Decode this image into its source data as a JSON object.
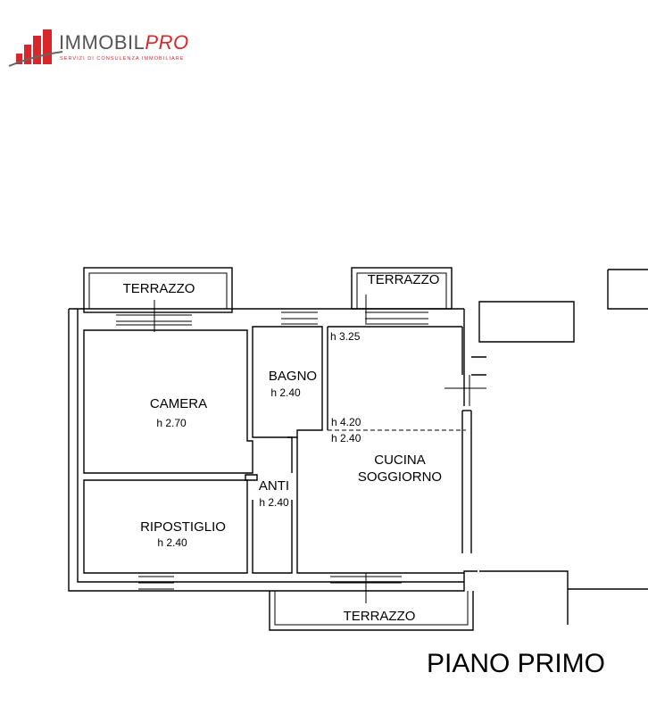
{
  "logo": {
    "name_part1": "IMMOBIL",
    "name_part2": "PRO",
    "tagline": "SERVIZI DI CONSULENZA IMMOBILIARE",
    "colors": {
      "red": "#d9262b",
      "dark": "#555555"
    }
  },
  "rooms": {
    "terrazzo_top_left": {
      "name": "TERRAZZO"
    },
    "terrazzo_top_mid": {
      "name": "TERRAZZO"
    },
    "terrazzo_bottom": {
      "name": "TERRAZZO"
    },
    "camera": {
      "name": "CAMERA",
      "height": "h 2.70"
    },
    "bagno": {
      "name": "BAGNO",
      "height": "h 2.40"
    },
    "ripostiglio": {
      "name": "RIPOSTIGLIO",
      "height": "h 2.40"
    },
    "anti": {
      "name": "ANTI",
      "height": "h 2.40"
    },
    "cucina": {
      "name_line1": "CUCINA",
      "name_line2": "SOGGIORNO",
      "height_top": "h 3.25",
      "height_mid": "h 4.20",
      "height_low": "h 2.40"
    }
  },
  "floor_title": "PIANO PRIMO"
}
